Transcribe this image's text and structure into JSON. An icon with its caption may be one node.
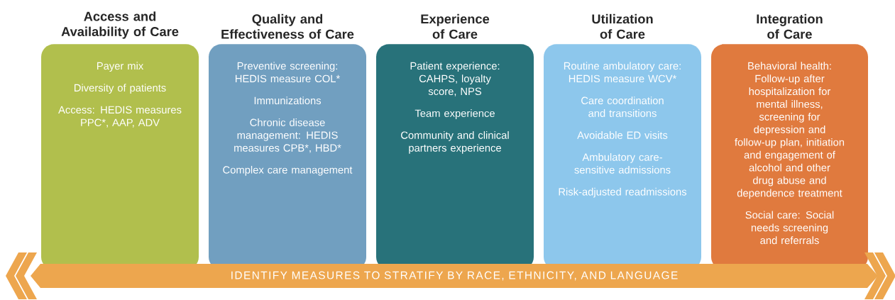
{
  "diagram": {
    "nodes": [
      {
        "text": [
          "Access and Availability of Care",
          "Payer mix",
          "Diversity of patients",
          "Access: HEDIS measures PPC*, AAP, ADV"
        ]
      },
      {
        "text": [
          "Quality and Effectiveness of Care",
          "Preventive screening: HEDIS measure COL*",
          "Immunizations",
          "Chronic disease management: HEDIS measures CPB*, HBD*",
          "Complex care management"
        ]
      },
      {
        "text": [
          "Experience of Care",
          "Patient experience: CAHPS, loyalty score, NPS",
          "Team experience",
          "Community and clinical partners experience"
        ]
      },
      {
        "text": [
          "Utilization of Care",
          "Routine ambulatory care: HEDIS measure WCV*",
          "Care coordination and transitions",
          "Avoidable ED visits",
          "Ambulatory care-sensitive admissions",
          "Risk-adjusted readmissions"
        ]
      },
      {
        "text": [
          "Integration of Care",
          "Behavioral health: Follow-up after hospitalization for mental illness, screening for depression and follow-up plan, initiation and engagement of alcohol and other drug abuse and dependence treatment",
          "Social care: Social needs screening and referrals"
        ]
      },
      {
        "text": [
          "IDENTIFY MEASURES TO STRATIFY BY RACE, ETHNICITY, AND LANGUAGE"
        ]
      }
    ]
  }
}
